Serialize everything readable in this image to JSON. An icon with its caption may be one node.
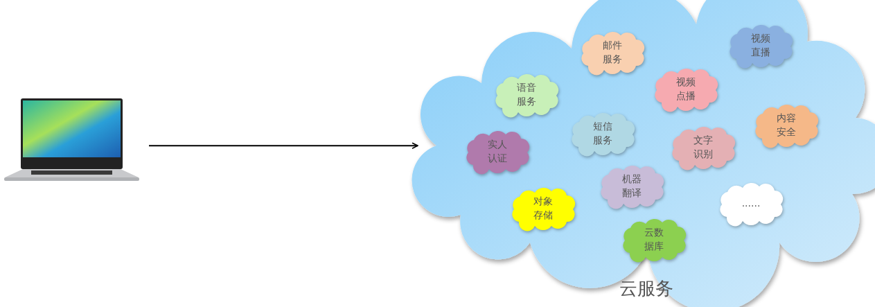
{
  "diagram": {
    "nodes": [
      {
        "text": [],
        "shape": "picture"
      },
      {
        "text": [
          "云服务"
        ]
      },
      {
        "text": [
          "邮件服务"
        ],
        "in": 1
      },
      {
        "text": [
          "视频直播"
        ],
        "in": 1
      },
      {
        "text": [
          "视频点播"
        ],
        "in": 1
      },
      {
        "text": [
          "语音服务"
        ],
        "in": 1
      },
      {
        "text": [
          "内容安全"
        ],
        "in": 1
      },
      {
        "text": [
          "短信服务"
        ],
        "in": 1
      },
      {
        "text": [
          "实人认证"
        ],
        "in": 1
      },
      {
        "text": [
          "文字识别"
        ],
        "in": 1
      },
      {
        "text": [
          "机器翻译"
        ],
        "in": 1
      },
      {
        "text": [
          "......"
        ],
        "in": 1
      },
      {
        "text": [
          "对象存储"
        ],
        "in": 1
      },
      {
        "text": [
          "云数据库"
        ],
        "in": 1
      }
    ],
    "edges": [
      {
        "from": 0,
        "to": 1,
        "arrow": "to"
      }
    ]
  }
}
